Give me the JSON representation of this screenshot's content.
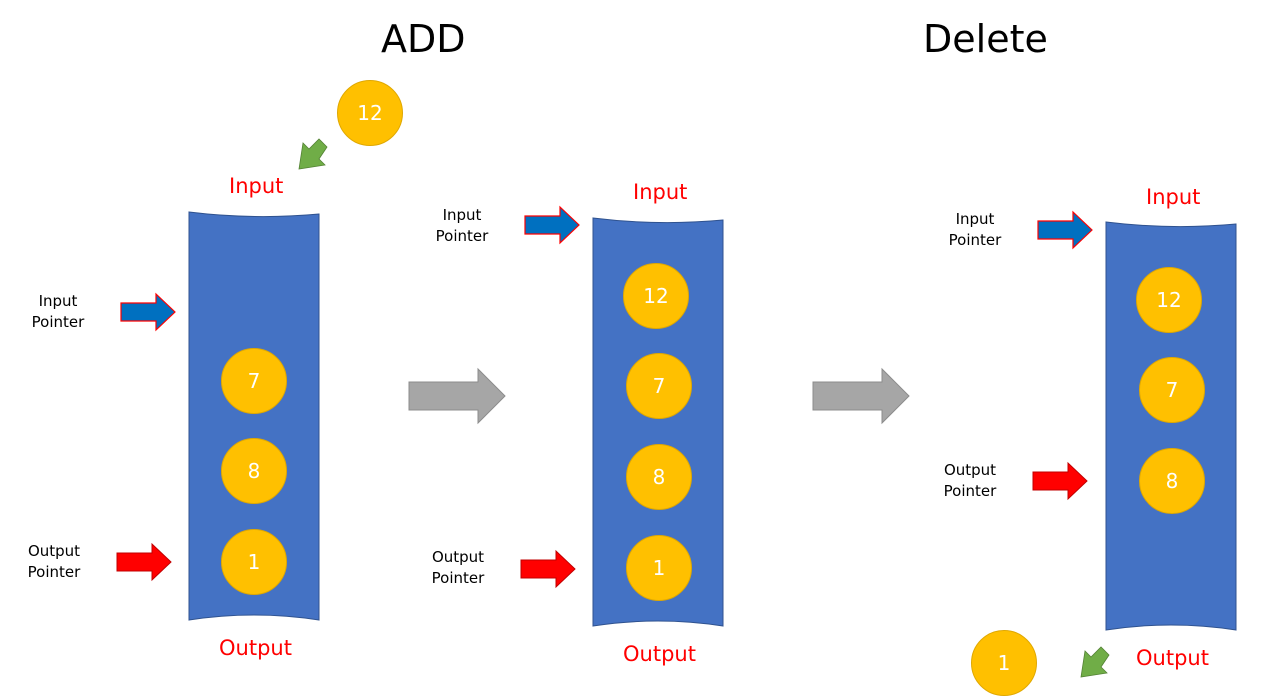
{
  "headings": {
    "add": "ADD",
    "delete": "Delete"
  },
  "labels": {
    "input": "Input",
    "output": "Output"
  },
  "pointers": {
    "input_line1": "Input",
    "input_line2": "Pointer",
    "output_line1": "Output",
    "output_line2": "Pointer"
  },
  "stage1": {
    "incoming": "12",
    "items": [
      "7",
      "8",
      "1"
    ]
  },
  "stage2": {
    "items": [
      "12",
      "7",
      "8",
      "1"
    ]
  },
  "stage3": {
    "items": [
      "12",
      "7",
      "8"
    ],
    "removed": "1"
  },
  "colors": {
    "queue": "#4472c4",
    "item": "#ffc000",
    "input_pointer": "#0070c0",
    "output_pointer": "#ff0000",
    "transition_arrow": "#a6a6a6",
    "flow_arrow": "#70ad47",
    "label_red": "#ff0000"
  }
}
